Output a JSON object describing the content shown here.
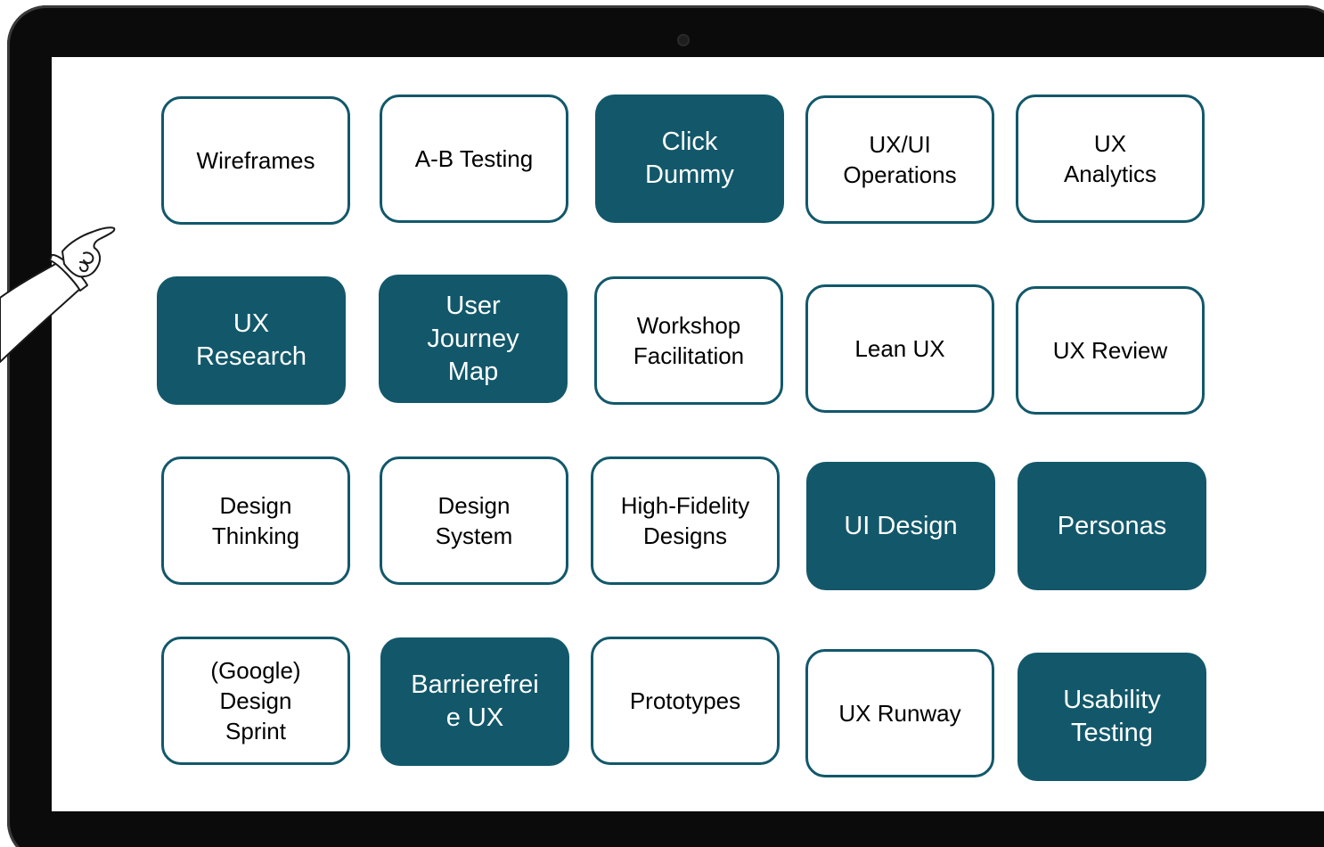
{
  "tiles": [
    {
      "label": "Wireframes",
      "style": "outline"
    },
    {
      "label": "A-B Testing",
      "style": "outline"
    },
    {
      "label": "Click\nDummy",
      "style": "filled"
    },
    {
      "label": "UX/UI\nOperations",
      "style": "outline"
    },
    {
      "label": "UX\nAnalytics",
      "style": "outline"
    },
    {
      "label": "UX\nResearch",
      "style": "filled"
    },
    {
      "label": "User\nJourney\nMap",
      "style": "filled"
    },
    {
      "label": "Workshop\nFacilitation",
      "style": "outline"
    },
    {
      "label": "Lean UX",
      "style": "outline"
    },
    {
      "label": "UX Review",
      "style": "outline"
    },
    {
      "label": "Design\nThinking",
      "style": "outline"
    },
    {
      "label": "Design\nSystem",
      "style": "outline"
    },
    {
      "label": "High-Fidelity\nDesigns",
      "style": "outline"
    },
    {
      "label": "UI Design",
      "style": "filled"
    },
    {
      "label": "Personas",
      "style": "filled"
    },
    {
      "label": "(Google)\nDesign\nSprint",
      "style": "outline"
    },
    {
      "label": "Barrierefrei\ne UX",
      "style": "filled"
    },
    {
      "label": "Prototypes",
      "style": "outline"
    },
    {
      "label": "UX Runway",
      "style": "outline"
    },
    {
      "label": "Usability\nTesting",
      "style": "filled"
    }
  ],
  "colors": {
    "accent": "#12586a",
    "bezel": "#0b0b0b",
    "screen": "#ffffff"
  },
  "icons": {
    "pointer": "pointing-hand-icon",
    "camera": "camera-icon"
  }
}
